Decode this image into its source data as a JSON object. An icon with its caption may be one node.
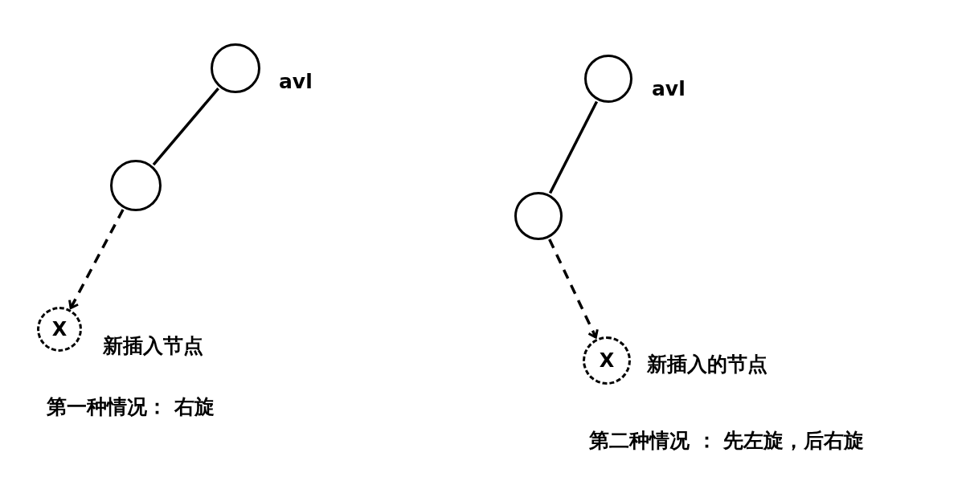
{
  "diagram": {
    "nodes": [
      {
        "text": [],
        "shape": "circle",
        "beside": [
          "avl"
        ]
      },
      {
        "text": [],
        "shape": "circle"
      },
      {
        "text": [
          "X"
        ],
        "beside": [
          "新插入节点"
        ]
      },
      {
        "text": [],
        "shape": "circle",
        "beside": [
          "avl"
        ]
      },
      {
        "text": [],
        "shape": "circle"
      },
      {
        "text": [
          "X"
        ],
        "beside": [
          "新插入的节点"
        ]
      }
    ],
    "edges": [
      {
        "from": 0,
        "to": 1,
        "arrow": "none"
      },
      {
        "from": 1,
        "to": 2,
        "arrow": "to",
        "style": "dashed"
      },
      {
        "from": 3,
        "to": 4,
        "arrow": "none"
      },
      {
        "from": 4,
        "to": 5,
        "arrow": "to",
        "style": "dashed"
      }
    ],
    "labels": [
      "第一种情况： 右旋",
      "第二种情况 ： 先左旋，后右旋"
    ]
  }
}
